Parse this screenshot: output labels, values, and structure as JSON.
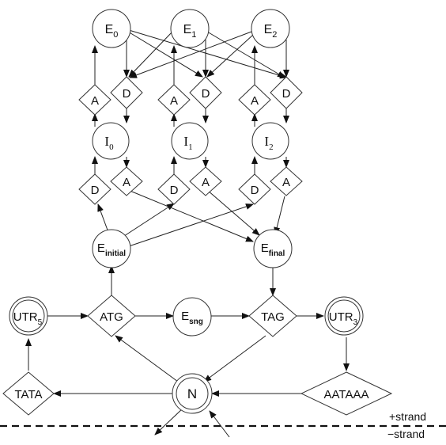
{
  "states": {
    "E0": {
      "label": "E",
      "sub": "0"
    },
    "E1": {
      "label": "E",
      "sub": "1"
    },
    "E2": {
      "label": "E",
      "sub": "2"
    },
    "I0": {
      "label": "I",
      "sub": "0"
    },
    "I1": {
      "label": "I",
      "sub": "1"
    },
    "I2": {
      "label": "I",
      "sub": "2"
    },
    "Einitial": {
      "label": "E",
      "sub": "initial"
    },
    "Efinal": {
      "label": "E",
      "sub": "final"
    },
    "Esng": {
      "label": "E",
      "sub": "sng"
    },
    "UTR5": {
      "label": "UTR",
      "sub": "5"
    },
    "UTR3": {
      "label": "UTR",
      "sub": "3"
    },
    "N": {
      "label": "N"
    }
  },
  "signals": {
    "acceptor": "A",
    "donor": "D",
    "atg": "ATG",
    "tag": "TAG",
    "tata": "TATA",
    "aataaa": "AATAAA"
  },
  "strands": {
    "plus": "+strand",
    "minus": "−strand"
  }
}
